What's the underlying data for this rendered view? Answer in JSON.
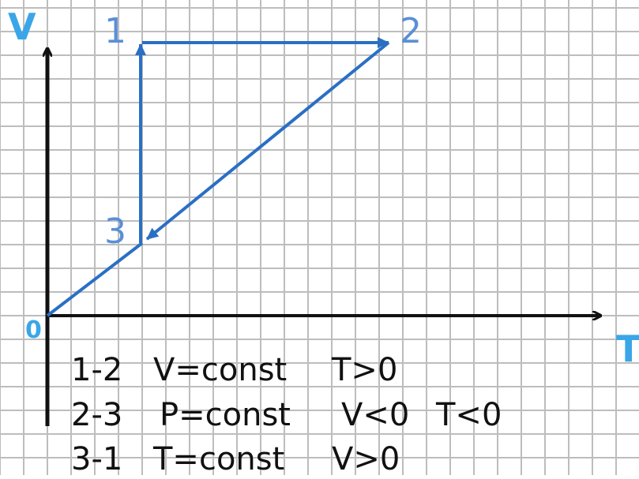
{
  "colors": {
    "grid": "#bdbdbd",
    "axis": "#111111",
    "process": "#2a6fc4",
    "point_label": "#5a8fd6",
    "axis_label": "#3aa6e8"
  },
  "axes": {
    "y_label": "V",
    "x_label": "T",
    "origin_label": "0"
  },
  "points": {
    "p1": "1",
    "p2": "2",
    "p3": "3"
  },
  "legend": {
    "row1": {
      "process": "1-2",
      "law": "V=const",
      "change1": "T>0",
      "change2": ""
    },
    "row2": {
      "process": "2-3",
      "law": "P=const",
      "change1": "V<0",
      "change2": "T<0"
    },
    "row3": {
      "process": "3-1",
      "law": "T=const",
      "change1": "V>0",
      "change2": ""
    }
  }
}
